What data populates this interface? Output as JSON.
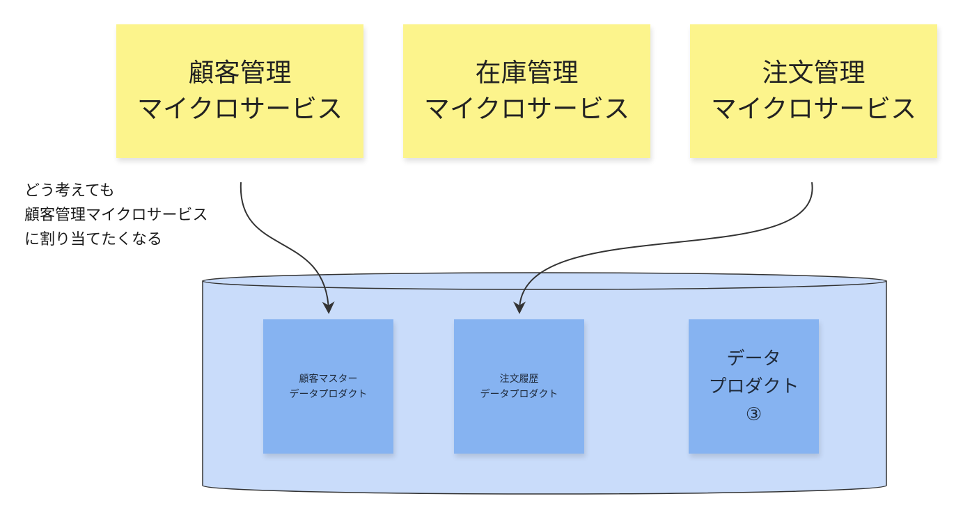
{
  "microservices": [
    {
      "line1": "顧客管理",
      "line2": "マイクロサービス"
    },
    {
      "line1": "在庫管理",
      "line2": "マイクロサービス"
    },
    {
      "line1": "注文管理",
      "line2": "マイクロサービス"
    }
  ],
  "data_products": [
    {
      "line1": "顧客マスター",
      "line2": "データプロダクト"
    },
    {
      "line1": "注文履歴",
      "line2": "データプロダクト"
    },
    {
      "line1": "データ",
      "line2": "プロダクト",
      "line3": "③"
    }
  ],
  "annotation": {
    "line1": "どう考えても",
    "line2": "顧客管理マイクロサービス",
    "line3": "に割り当てたくなる"
  },
  "colors": {
    "sticky_yellow": "#fcf48c",
    "sticky_blue": "#86b3f1",
    "container_fill": "#c9dcfa",
    "stroke": "#333333"
  }
}
